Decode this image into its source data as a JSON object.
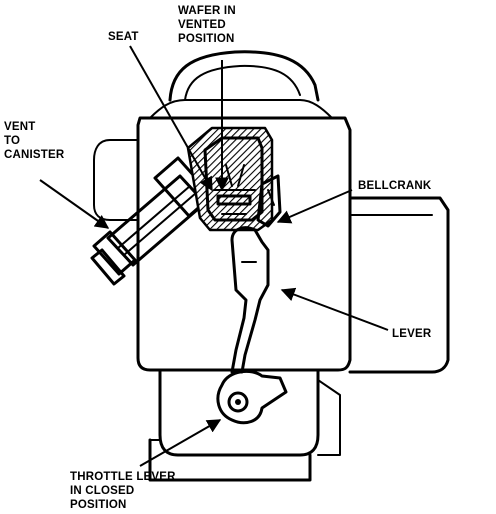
{
  "labels": {
    "wafer": [
      "WAFER IN",
      "VENTED",
      "POSITION"
    ],
    "seat": "SEAT",
    "vent": [
      "VENT",
      "TO",
      "CANISTER"
    ],
    "bellcrank": "BELLCRANK",
    "lever": "LEVER",
    "throttle": [
      "THROTTLE LEVER",
      "IN CLOSED",
      "POSITION"
    ]
  }
}
